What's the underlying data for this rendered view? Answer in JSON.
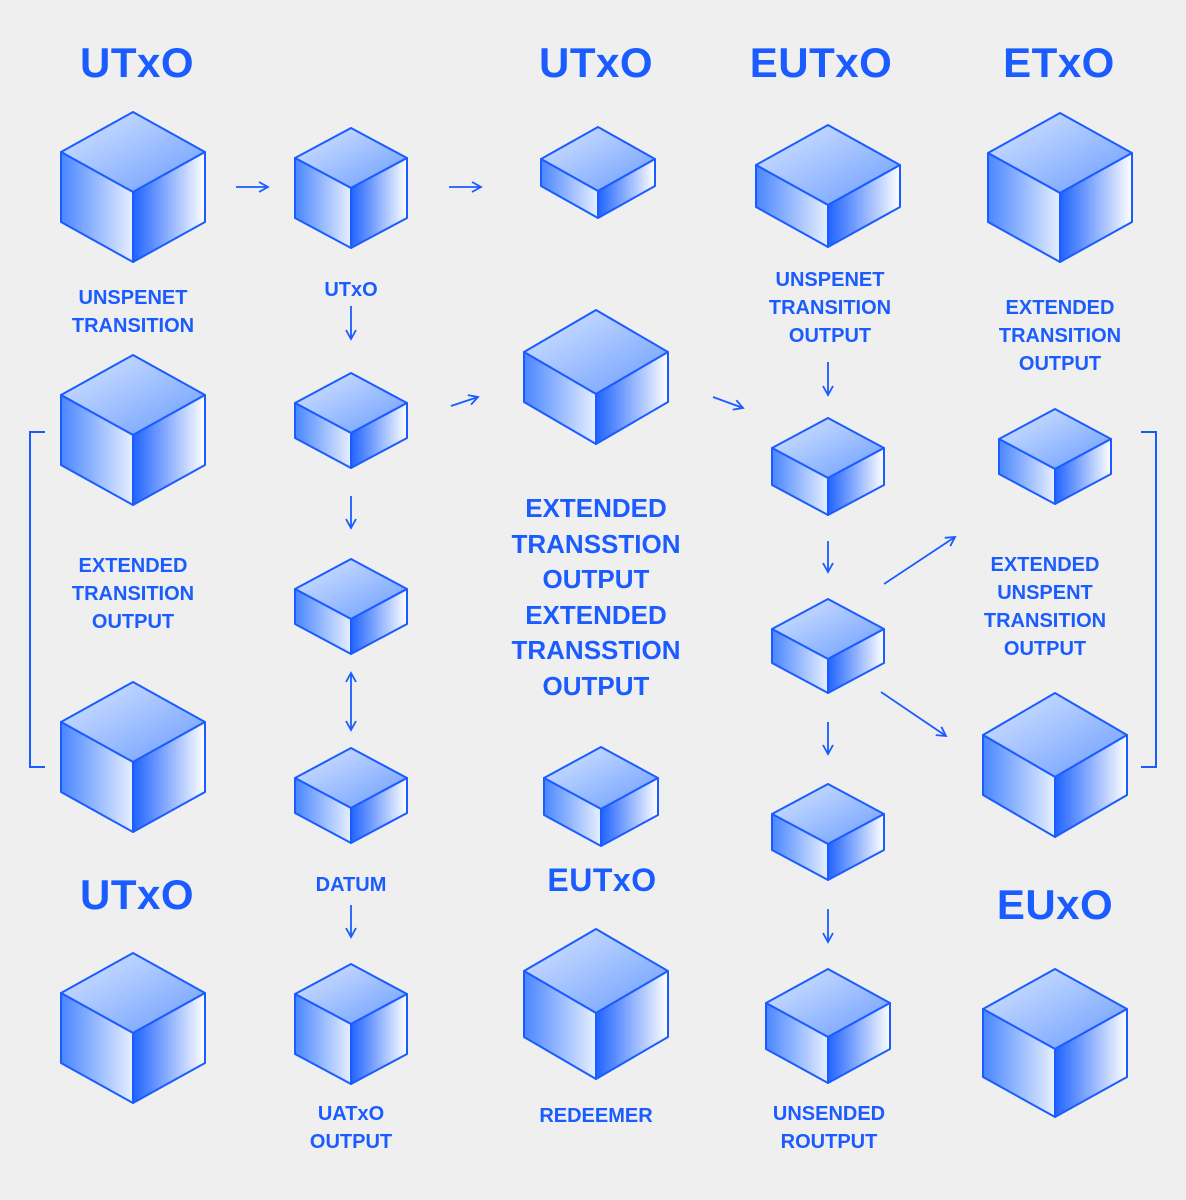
{
  "diagram": {
    "accent_color": "#1a5cff",
    "background_color": "#efefef",
    "titles": {
      "utxo_col1_top": "UTxO",
      "utxo_col3_top": "UTxO",
      "eutxo_col4_top": "EUTxO",
      "etxo_col5_top": "ETxO",
      "utxo_col1_bottom": "UTxO",
      "eutxo_col3_bottom": "EUTxO",
      "euxo_col5_bottom": "EUxO"
    },
    "labels": {
      "unspenet_transition": "UNSPENET\nTRANSITION",
      "utxo_small": "UTxO",
      "extended_transition_output_left": "EXTENDED\nTRANSITION\nOUTPUT",
      "datum": "DATUM",
      "uatxo_output": "UATxO\nOUTPUT",
      "extended_transstion_output_block": "EXTENDED\nTRANSSTION\nOUTPUT\nEXTENDED\nTRANSSTION\nOUTPUT",
      "redeemer": "REDEEMER",
      "unspenet_transition_output": "UNSPENET\nTRANSITION\nOUTPUT",
      "unsended_routput": "UNSENDED\nROUTPUT",
      "extended_transition_output_right": "EXTENDED\nTRANSITION\nOUTPUT",
      "extended_unspent_transition_output": "EXTENDED\nUNSPENT\nTRANSITION\nOUTPUT"
    }
  }
}
